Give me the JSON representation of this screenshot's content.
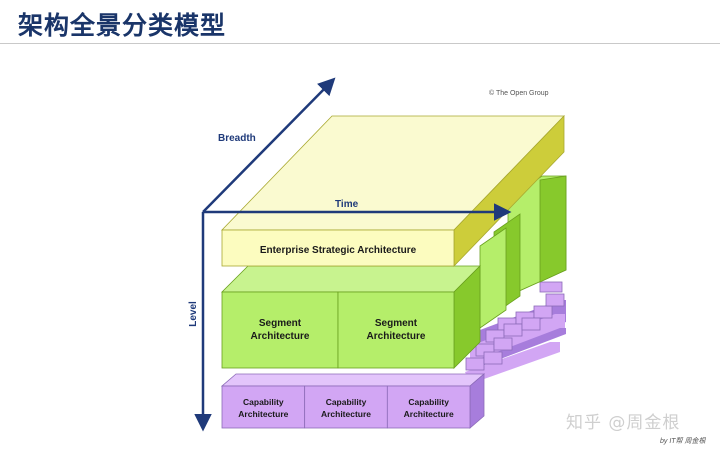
{
  "header": {
    "title": "架构全景分类模型"
  },
  "diagram": {
    "copyright": "© The Open Group",
    "axes": {
      "breadth": "Breadth",
      "time": "Time",
      "level": "Level"
    },
    "layers": {
      "strategic": {
        "label": "Enterprise Strategic Architecture"
      },
      "segment": {
        "line1": "Segment",
        "line2": "Architecture",
        "count": 2
      },
      "capability": {
        "line1": "Capability",
        "line2": "Architecture",
        "count": 3
      }
    },
    "colors": {
      "strategic_front": "#fcfcbf",
      "strategic_top": "#fafad0",
      "strategic_side": "#cdcd3a",
      "segment_front": "#b5ee6a",
      "segment_side": "#87c92c",
      "capability_front": "#d2a6f4",
      "capability_side": "#a77ddc",
      "axis": "#1f3a7a"
    }
  },
  "footer": {
    "watermark": "知乎 @周金根",
    "byline": "by IT帮 周金根"
  }
}
